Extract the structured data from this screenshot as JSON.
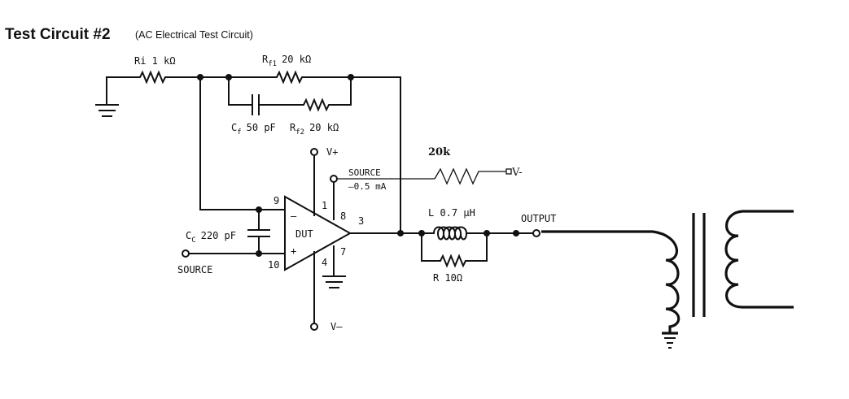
{
  "title": {
    "main": "Test Circuit #2",
    "sub": "(AC Electrical Test Circuit)"
  },
  "components": {
    "ri": "Ri  1 kΩ",
    "rf1_base": "R",
    "rf1_sub": "f1",
    "rf1_val": "20 kΩ",
    "cf_base": "C",
    "cf_sub": "f",
    "cf_val": "50 pF",
    "rf2_base": "R",
    "rf2_sub": "f2",
    "rf2_val": "20 kΩ",
    "cc_base": "C",
    "cc_sub": "C",
    "cc_val": "220 pF",
    "l": "L  0.7 μH",
    "r": "R  10Ω",
    "r20k": "20k"
  },
  "labels": {
    "v_plus": "V+",
    "v_minus_bottom": "V–",
    "v_minus_right": "V-",
    "source_top": "SOURCE",
    "source_current": "–0.5 mA",
    "source_left": "SOURCE",
    "output": "OUTPUT",
    "dut": "DUT",
    "minus_input": "–",
    "plus_input": "+"
  },
  "pins": {
    "p9": "9",
    "p10": "10",
    "p1": "1",
    "p8": "8",
    "p3": "3",
    "p7": "7",
    "p4": "4"
  }
}
